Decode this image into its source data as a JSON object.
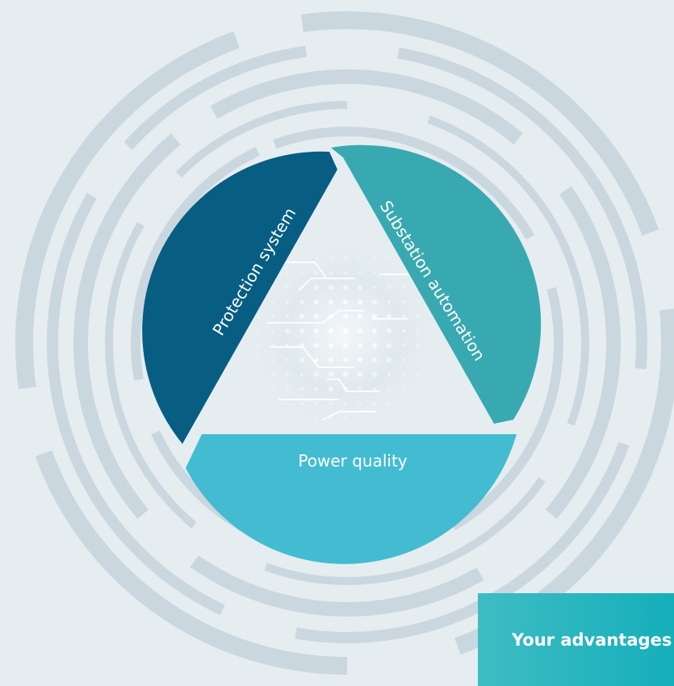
{
  "diagram": {
    "segments": [
      {
        "id": "protection",
        "label": "Protection system",
        "color": "#075e82"
      },
      {
        "id": "substation",
        "label": "Substation automation",
        "color": "#39a9b1"
      },
      {
        "id": "power_quality",
        "label": "Power quality",
        "color": "#43bcd2"
      }
    ],
    "ring_color": "#cbd7de",
    "background_color": "#e5edf1"
  },
  "banner": {
    "label": "Your advantages",
    "color": "#12aeb9"
  }
}
